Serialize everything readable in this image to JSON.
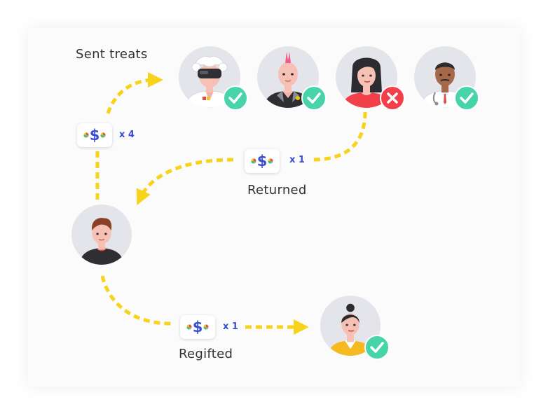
{
  "labels": {
    "sent": "Sent treats",
    "returned": "Returned",
    "regifted": "Regifted"
  },
  "counts": {
    "sent": "x 4",
    "returned": "x 1",
    "regifted": "x 1"
  },
  "badge_symbol": "$",
  "colors": {
    "arrow": "#f7d31c",
    "check": "#47d4a9",
    "cross": "#f2404a",
    "avatar_bg": "#e4e5ea",
    "count_text": "#3a4fd0"
  },
  "avatars": [
    {
      "name": "scientist-vr-avatar",
      "status": "accepted",
      "status_icon": "check-icon"
    },
    {
      "name": "punk-avatar",
      "status": "accepted",
      "status_icon": "check-icon"
    },
    {
      "name": "woman-dark-hair-avatar",
      "status": "rejected",
      "status_icon": "close-icon"
    },
    {
      "name": "doctor-avatar",
      "status": "accepted",
      "status_icon": "check-icon"
    },
    {
      "name": "sender-man-avatar",
      "status": "none",
      "status_icon": ""
    },
    {
      "name": "bun-hair-woman-avatar",
      "status": "accepted",
      "status_icon": "check-icon"
    }
  ]
}
